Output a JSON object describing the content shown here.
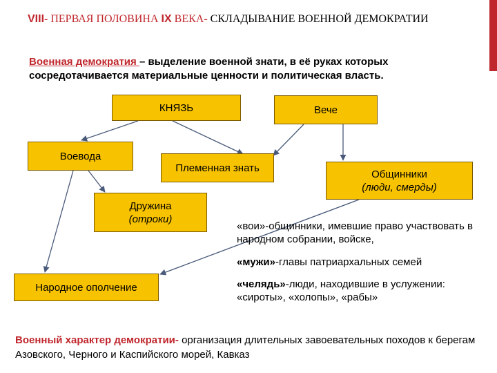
{
  "header": {
    "num": "VIII",
    "text1": "- ПЕРВАЯ ПОЛОВИНА ",
    "num2": "IX",
    "text2": " ВЕКА",
    "dash": "- ",
    "text3": "СКЛАДЫВАНИЕ ВОЕННОЙ ДЕМОКРАТИИ"
  },
  "definition": {
    "term": "Военная демократия ",
    "text": "– выделение военной знати, в её руках которых сосредотачивается материальные ценности и политическая власть."
  },
  "nodes": {
    "knyaz": "КНЯЗЬ",
    "veche": "Вече",
    "voevoda": "Воевода",
    "plemennaya_znat": "Племенная знать",
    "obshchinniki": "Общинники",
    "obshchinniki_sub": "(люди, смерды)",
    "druzhina": "Дружина",
    "druzhina_sub": "(отроки)",
    "opolchenie": "Народное ополчение"
  },
  "notes": {
    "voi_term": "«вои»",
    "voi_text": "-общинники, имевшие право участвовать в народном собрании, войске,",
    "muzhi_term": "«мужи»",
    "muzhi_text": "-главы патриархальных семей",
    "chelyad_term": "«челядь»",
    "chelyad_text": "-люди, находившие в услужении: «сироты», «холопы», «рабы»"
  },
  "summary": {
    "term": "Военный характер демократии-",
    "text": " организация длительных завоевательных походов к берегам Азовского, Черного и Каспийского морей, Кавказ"
  },
  "colors": {
    "accent": "#c0272d",
    "box_fill": "#f7c200"
  }
}
